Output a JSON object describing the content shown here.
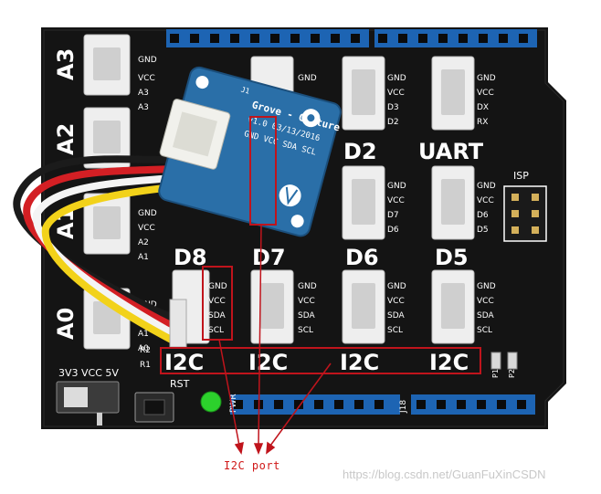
{
  "board": {
    "analog_ports": [
      "A3",
      "A2",
      "A1",
      "A0"
    ],
    "digital_ports": [
      "D2",
      "D8",
      "D7",
      "D6",
      "D5"
    ],
    "uart_label": "UART",
    "isp_label": "ISP",
    "rst_label": "RST",
    "pwr_label": "PWR",
    "j18_label": "J18",
    "voltage_label": "3V3 VCC 5V",
    "r_labels": [
      "R2",
      "R1"
    ],
    "p_labels": [
      "P1",
      "P2"
    ],
    "i2c_labels": [
      "I2C",
      "I2C",
      "I2C",
      "I2C"
    ],
    "pins_gnd": "GND",
    "pins_vcc": "VCC",
    "pins_d3": "D3",
    "pins_d2": "D2",
    "pins_dx": "DX",
    "pins_rx": "RX",
    "pins_d7": "D7",
    "pins_d6": "D6",
    "pins_d5": "D5",
    "pins_sda": "SDA",
    "pins_scl": "SCL",
    "pins_a3": "A3",
    "pins_a2": "A2",
    "pins_a1": "A1",
    "pins_a0": "A0"
  },
  "sensor": {
    "name": "Grove - Gesture",
    "version": "v1.0 03/13/2016",
    "pins": "GND VCC SDA SCL",
    "j_label": "J1"
  },
  "annotation": {
    "caption": "I2C port",
    "highlight_color": "#c0141c"
  },
  "watermark": "https://blog.csdn.net/GuanFuXinCSDN"
}
